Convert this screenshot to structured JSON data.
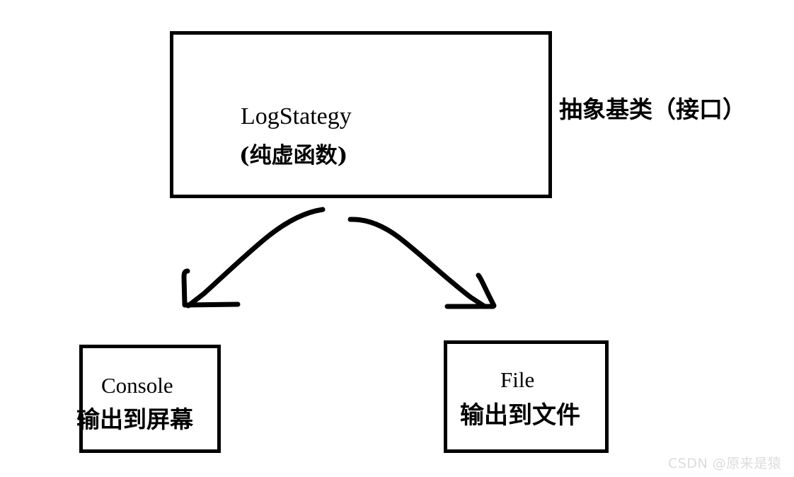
{
  "diagram": {
    "title_note": "抽象基类（接口）",
    "base_class": {
      "name": "LogStategy",
      "note": "(纯虚函数)"
    },
    "children": [
      {
        "name": "Console",
        "note": "输出到屏幕"
      },
      {
        "name": "File",
        "note": "输出到文件"
      }
    ],
    "arrows": [
      {
        "name": "arrow-to-console",
        "from": "LogStategy",
        "to": "Console"
      },
      {
        "name": "arrow-to-file",
        "from": "LogStategy",
        "to": "File"
      }
    ],
    "colors": {
      "stroke": "#000000",
      "background": "#ffffff",
      "watermark": "#dcdcdc"
    }
  },
  "watermark": {
    "text": "CSDN @原来是猿"
  }
}
